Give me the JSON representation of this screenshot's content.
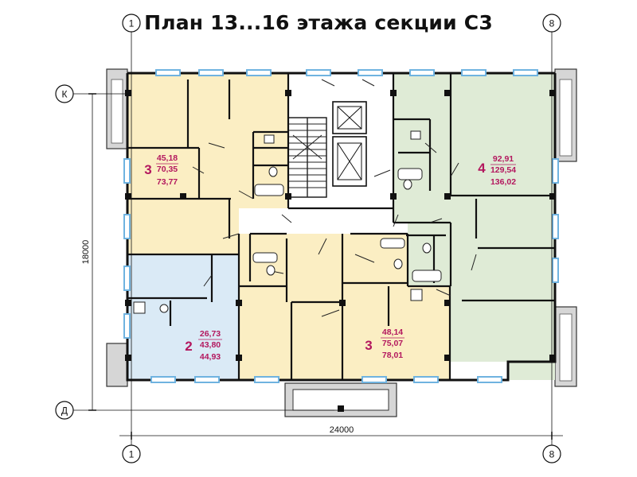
{
  "title": "План 13...16 этажа секции С3",
  "axes": {
    "col_left": "1",
    "col_right": "8",
    "row_top": "К",
    "row_bottom": "Д"
  },
  "dimensions": {
    "width": "24000",
    "height": "18000"
  },
  "colors": {
    "yellow": "#fbeec3",
    "green": "#dfebd6",
    "blue": "#daeaf6",
    "wall": "#111111",
    "label": "#b3175e",
    "window": "#6fb3e0"
  },
  "apartments": [
    {
      "id": "apt-nw",
      "rooms": "3",
      "living": "45,18",
      "total": "70,35",
      "full": "73,77"
    },
    {
      "id": "apt-ne",
      "rooms": "4",
      "living": "92,91",
      "total": "129,54",
      "full": "136,02"
    },
    {
      "id": "apt-sw",
      "rooms": "2",
      "living": "26,73",
      "total": "43,80",
      "full": "44,93"
    },
    {
      "id": "apt-sc",
      "rooms": "3",
      "living": "48,14",
      "total": "75,07",
      "full": "78,01"
    }
  ]
}
